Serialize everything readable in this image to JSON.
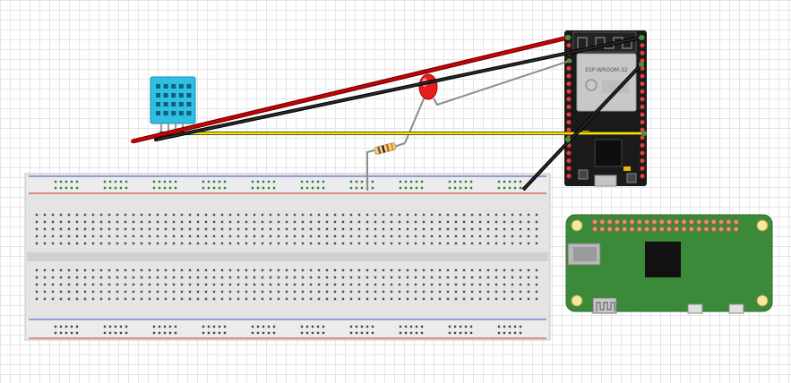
{
  "canvas": {
    "title": "",
    "grid": true
  },
  "components": {
    "dht_sensor": {
      "name": "dht-sensor",
      "color": "#2fbfe3"
    },
    "led": {
      "name": "red-led",
      "color": "#e81d1d"
    },
    "resistor": {
      "name": "resistor"
    },
    "esp32": {
      "name": "esp32-devkit",
      "module_text": "ESP-WROOM-32",
      "board_color": "#1a1a1a"
    },
    "pi_zero": {
      "name": "raspberry-pi-zero",
      "board_color": "#3a8a3a"
    },
    "breadboard": {
      "name": "breadboard",
      "body_color": "#e4e4e4"
    }
  },
  "wires": [
    {
      "name": "power-wire",
      "color": "#cc0000"
    },
    {
      "name": "ground-wire",
      "color": "#111111"
    },
    {
      "name": "data-wire",
      "color": "#f2e600"
    },
    {
      "name": "led-anode-wire",
      "color": "#8c8c8c"
    },
    {
      "name": "ground-to-breadboard-wire",
      "color": "#111111"
    }
  ]
}
